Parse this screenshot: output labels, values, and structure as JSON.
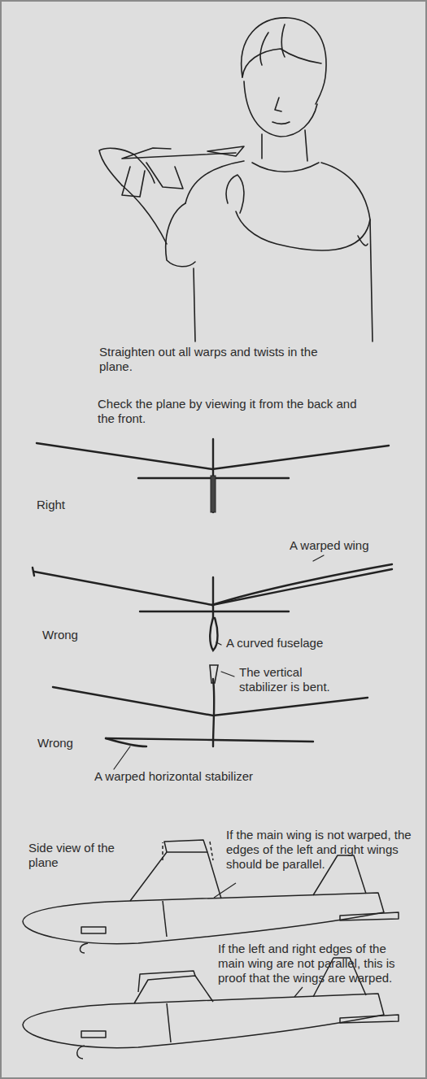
{
  "diagram": {
    "labels": [
      "Straighten out all warps and twists in the plane.",
      "Check the plane by viewing it from the back and the front.",
      "Right",
      "A warped wing",
      "Wrong",
      "A curved fuselage",
      "The vertical stabilizer is bent.",
      "Wrong",
      "A warped horizontal stabilizer",
      "Side view of the plane",
      "If the main wing is not warped, the edges of the left and right wings should be parallel.",
      "If the left and right edges of the main wing are not parallel, this is proof that the wings are warped."
    ]
  }
}
